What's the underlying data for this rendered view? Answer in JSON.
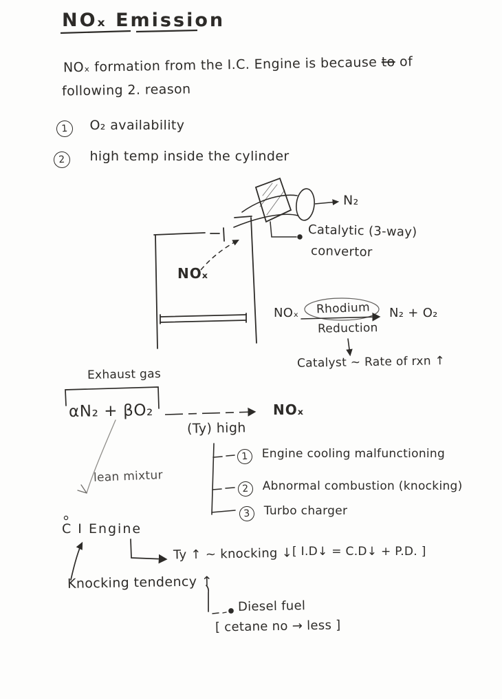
{
  "ink": "#2d2b28",
  "header": {
    "title": "NOₓ Emission"
  },
  "intro": {
    "line1_pre": "NOₓ formation from the I.C. Engine is because",
    "struck_word": "to",
    "line1_post": "of",
    "line2": "following 2. reason"
  },
  "reasons": [
    {
      "num": "1",
      "text": "O₂ availability"
    },
    {
      "num": "2",
      "text": "high temp inside the cylinder"
    }
  ],
  "engine_diagram": {
    "nox_label": "NOₓ",
    "n2_label": "N₂",
    "converter_line1": "Catalytic (3-way)",
    "converter_line2": "convertor"
  },
  "reduction_reaction": {
    "reactant": "NOₓ",
    "catalyst": "Rhodium",
    "process": "Reduction",
    "products": "N₂ + O₂",
    "note": "Catalyst ~ Rate of rxn ↑"
  },
  "formation": {
    "bracket_label": "Exhaust gas",
    "lhs": "αN₂ + βO₂",
    "rhs": "NOₓ",
    "condition": "(Ty) high",
    "lean_note": "lean mixtur",
    "causes": [
      {
        "num": "1",
        "text": "Engine cooling malfunctioning"
      },
      {
        "num": "2",
        "text": "Abnormal combustion (knocking)"
      },
      {
        "num": "3",
        "text": "Turbo charger"
      }
    ]
  },
  "ci_engine": {
    "label": "C I Engine",
    "relation": "Ty ↑ ~ knocking ↓",
    "delay_equation": "[ I.D↓ = C.D↓ + P.D. ]",
    "tendency": "Knocking tendency ↑",
    "fuel": "Diesel fuel",
    "cetane_note": "[ cetane no → less ]"
  }
}
